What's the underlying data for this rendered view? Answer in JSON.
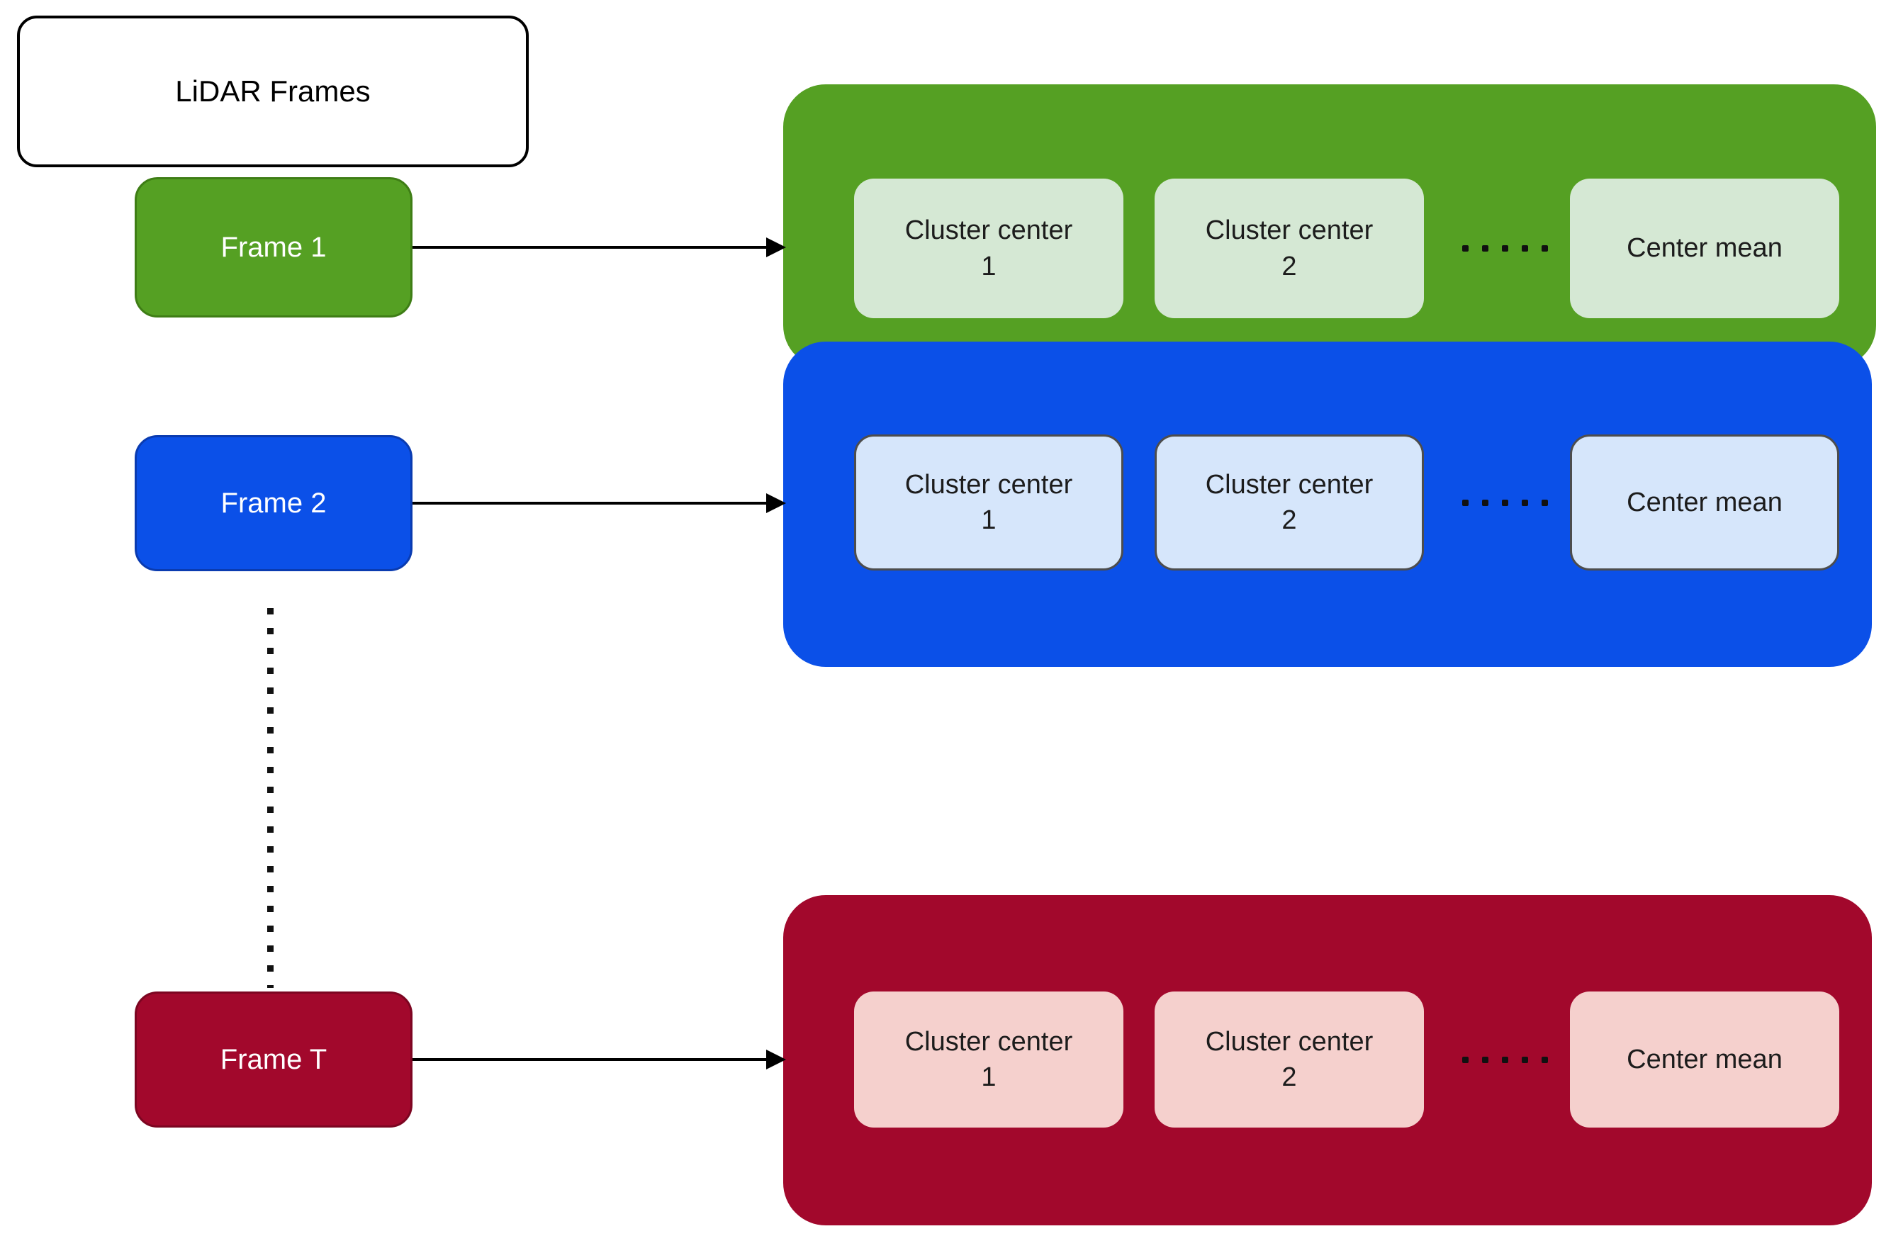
{
  "diagram_title_box": {
    "label": "LiDAR Frames"
  },
  "frames": [
    {
      "label": "Frame 1",
      "color": "#55A023"
    },
    {
      "label": "Frame 2",
      "color": "#0B50E8"
    },
    {
      "label": "Frame T",
      "color": "#A2082C"
    }
  ],
  "rows": [
    {
      "frame": "Frame 1",
      "container_color": "#55A023",
      "item_color": "#D5E8D4",
      "items": [
        {
          "title": "Cluster center",
          "index": "1"
        },
        {
          "title": "Cluster center",
          "index": "2"
        }
      ],
      "mean_label": "Center mean"
    },
    {
      "frame": "Frame 2",
      "container_color": "#0B50E8",
      "item_color": "#D6E6FB",
      "items": [
        {
          "title": "Cluster center",
          "index": "1"
        },
        {
          "title": "Cluster center",
          "index": "2"
        }
      ],
      "mean_label": "Center mean"
    },
    {
      "frame": "Frame T",
      "container_color": "#A2082C",
      "item_color": "#F5D0CD",
      "items": [
        {
          "title": "Cluster center",
          "index": "1"
        },
        {
          "title": "Cluster center",
          "index": "2"
        }
      ],
      "mean_label": "Center mean"
    }
  ],
  "icons": {
    "horizontal_ellipsis": "five-dots-ellipsis",
    "vertical_ellipsis": "vertical-dotted-line",
    "arrow": "right-arrow"
  },
  "colors": {
    "green": "#55A023",
    "blue": "#0B50E8",
    "red": "#A2082C",
    "light_green": "#D5E8D4",
    "light_blue": "#D6E6FB",
    "light_pink": "#F5D0CD",
    "line_black": "#000000",
    "background": "#ffffff"
  }
}
